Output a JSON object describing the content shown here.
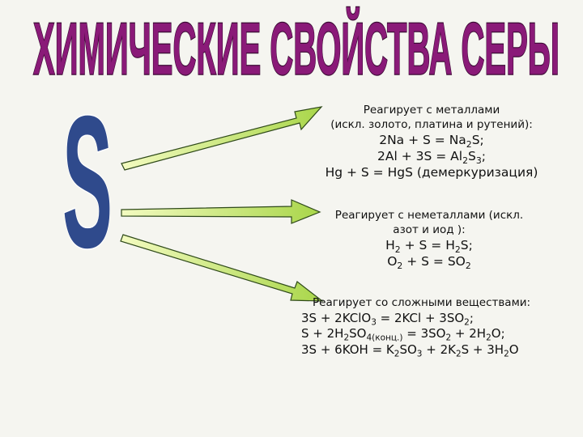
{
  "title": "ХИМИЧЕСКИЕ СВОЙСТВА СЕРЫ",
  "symbol": "S",
  "colors": {
    "title_fill": "#8a1a78",
    "title_stroke": "#3a0a33",
    "symbol_fill": "#2f4a8c",
    "arrow_light": "#f3fbc0",
    "arrow_dark": "#a9d64a",
    "arrow_stroke": "#2f4a1a"
  },
  "metals": {
    "heading": "Реагирует с металлами",
    "exceptions": "(искл. золото, платина и рутений):",
    "eq1": [
      "2Na + S = Na",
      "2",
      "S;"
    ],
    "eq2": [
      "2Al + 3S = Al",
      "2",
      "S",
      "3",
      ";"
    ],
    "eq3": "Hg + S = HgS (демеркуризация)"
  },
  "nonmetals": {
    "heading": "Реагирует с неметаллами (искл.",
    "exceptions": "азот и иод ):",
    "eq1": [
      "H",
      "2",
      " + S = H",
      "2",
      "S;"
    ],
    "eq2": [
      "O",
      "2",
      " + S = SO",
      "2"
    ]
  },
  "complex": {
    "heading": "Реагирует со сложными веществами:",
    "eq1": [
      "3S + 2KClO",
      "3",
      " = 2KCl + 3SO",
      "2",
      ";"
    ],
    "eq2": [
      "S + 2H",
      "2",
      "SO",
      "4(конц.)",
      " = 3SO",
      "2",
      " + 2H",
      "2",
      "O;"
    ],
    "eq3": [
      "3S + 6KOH = K",
      "2",
      "SO",
      "3",
      " + 2K",
      "2",
      "S + 3H",
      "2",
      "O"
    ]
  }
}
